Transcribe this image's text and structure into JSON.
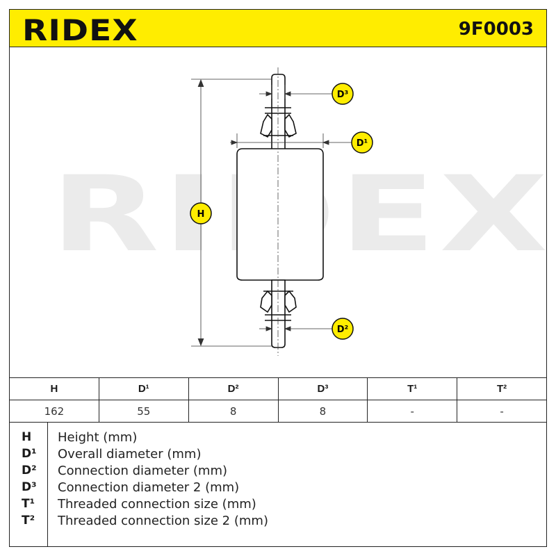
{
  "header": {
    "brand": "RIDEX",
    "part_number": "9F0003",
    "background_color": "#ffed00"
  },
  "drawing": {
    "watermark": "RIDEX",
    "labels": {
      "h": "H",
      "d1": "D¹",
      "d2": "D²",
      "d3": "D³"
    },
    "label_color": "#ffed00"
  },
  "spec_table": {
    "headers": [
      "H",
      "D¹",
      "D²",
      "D³",
      "T¹",
      "T²"
    ],
    "values": [
      "162",
      "55",
      "8",
      "8",
      "-",
      "-"
    ]
  },
  "legend": [
    {
      "key": "H",
      "desc": "Height (mm)"
    },
    {
      "key": "D¹",
      "desc": "Overall diameter (mm)"
    },
    {
      "key": "D²",
      "desc": "Connection diameter (mm)"
    },
    {
      "key": "D³",
      "desc": "Connection diameter 2 (mm)"
    },
    {
      "key": "T¹",
      "desc": "Threaded connection size (mm)"
    },
    {
      "key": "T²",
      "desc": "Threaded connection size 2 (mm)"
    }
  ]
}
